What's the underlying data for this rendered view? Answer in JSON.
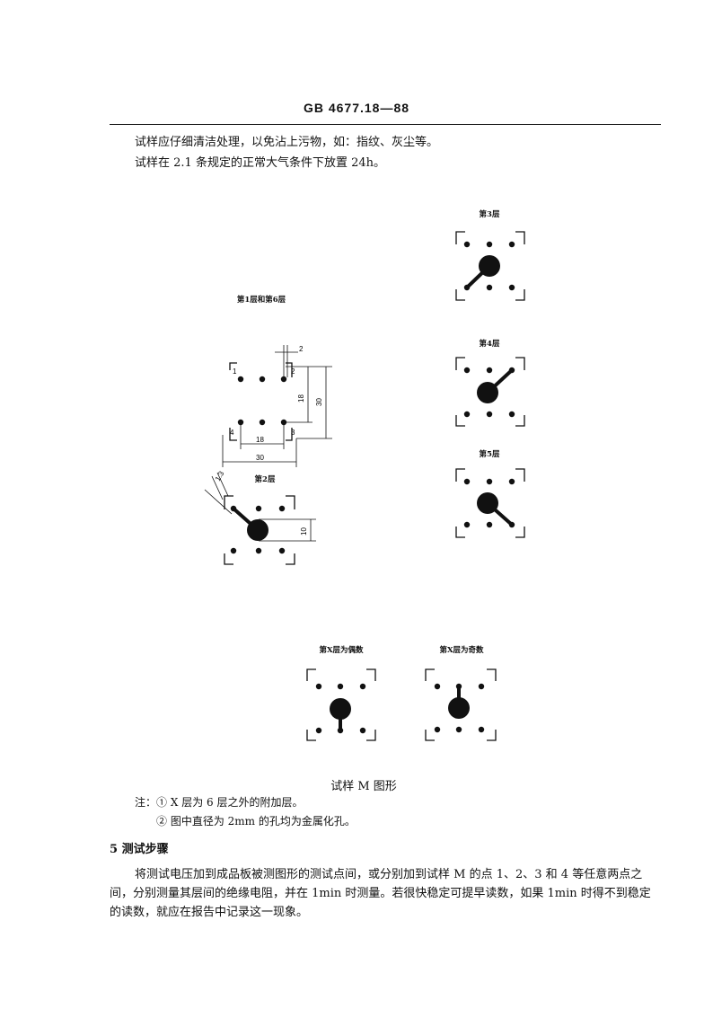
{
  "header": {
    "standard_no": "GB 4677.18—88"
  },
  "intro": {
    "line1": "试样应仔细清洁处理，以免沾上污物，如：指纹、灰尘等。",
    "line2": "试样在 2.1 条规定的正常大气条件下放置 24h。"
  },
  "figure": {
    "captions": {
      "layer1_6": "第1层和第6层",
      "layer2": "第2层",
      "layer3": "第3层",
      "layer4": "第4层",
      "layer5": "第5层",
      "layer_x_even": "第X层为偶数",
      "layer_x_odd": "第X层为奇数"
    },
    "point_labels": [
      "1",
      "2",
      "3",
      "4"
    ],
    "dimensions": {
      "d2": "2",
      "d18_v": "18",
      "d30_v": "30",
      "d18_h": "18",
      "d30_h": "30",
      "d1_3": "1.3",
      "d10": "10"
    },
    "title": "试样 M 图形"
  },
  "notes": {
    "prefix": "注：",
    "n1": "① X 层为 6 层之外的附加层。",
    "n2": "② 图中直径为 2mm 的孔均为金属化孔。"
  },
  "section5": {
    "heading": "5   测试步骤",
    "para_line1": "将测试电压加到成品板被测图形的测试点间，或分别加到试样 M 的点 1、2、3 和 4 等任意两点之",
    "para_line2": "间，分别测量其层间的绝缘电阻，并在 1min 时测量。若很快稳定可提早读数，如果 1min 时得不到稳定",
    "para_line3": "的读数，就应在报告中记录这一现象。"
  }
}
